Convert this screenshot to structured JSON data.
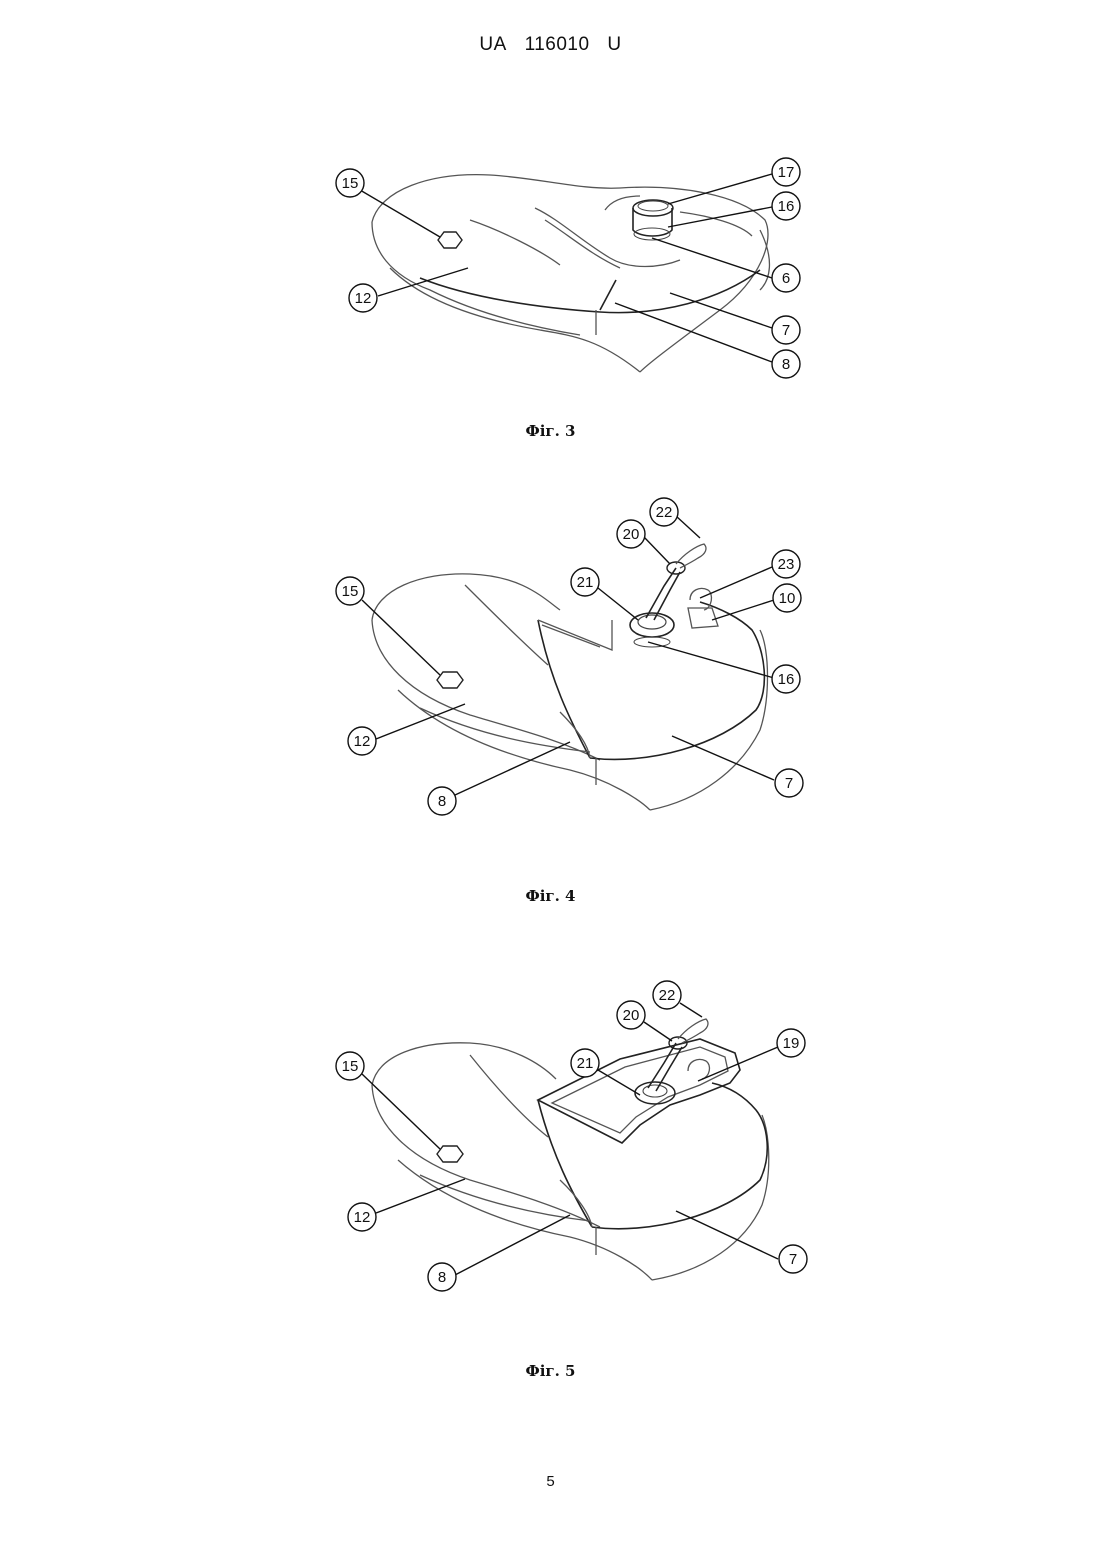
{
  "header": {
    "country": "UA",
    "number": "116010",
    "kind": "U"
  },
  "figures": [
    {
      "caption": "Фіг. 3",
      "callouts": [
        "15",
        "17",
        "16",
        "6",
        "12",
        "7",
        "8"
      ]
    },
    {
      "caption": "Фіг. 4",
      "callouts": [
        "22",
        "20",
        "23",
        "21",
        "10",
        "15",
        "16",
        "12",
        "7",
        "8"
      ]
    },
    {
      "caption": "Фіг. 5",
      "callouts": [
        "22",
        "20",
        "19",
        "21",
        "15",
        "12",
        "7",
        "8"
      ]
    }
  ],
  "page_number": "5"
}
